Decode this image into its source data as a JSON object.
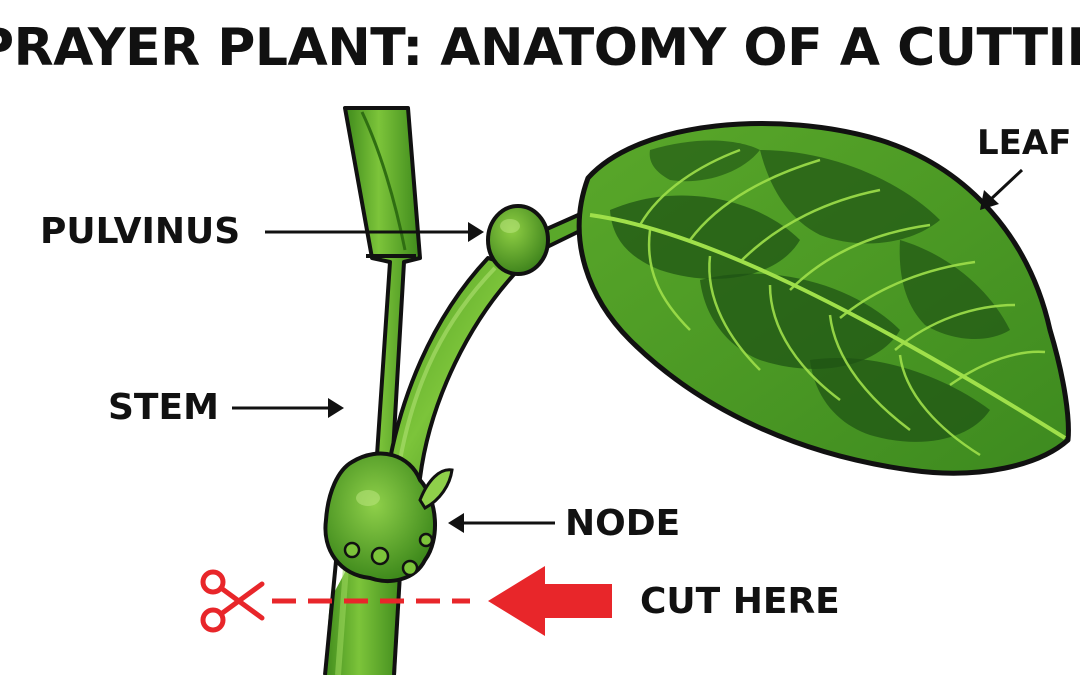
{
  "title": "PRAYER PLANT: ANATOMY OF A CUTTING",
  "labels": {
    "leaf": "LEAF",
    "pulvinus": "PULVINUS",
    "stem": "STEM",
    "node": "NODE",
    "cut": "CUT HERE"
  },
  "colors": {
    "stem_dark": "#3f8a1c",
    "stem_light": "#7cc43a",
    "leaf_dark": "#2a6a1a",
    "leaf_light": "#8fd03a",
    "cut_red": "#e8262a",
    "ink": "#111111"
  },
  "icons": [
    "scissors-icon"
  ]
}
